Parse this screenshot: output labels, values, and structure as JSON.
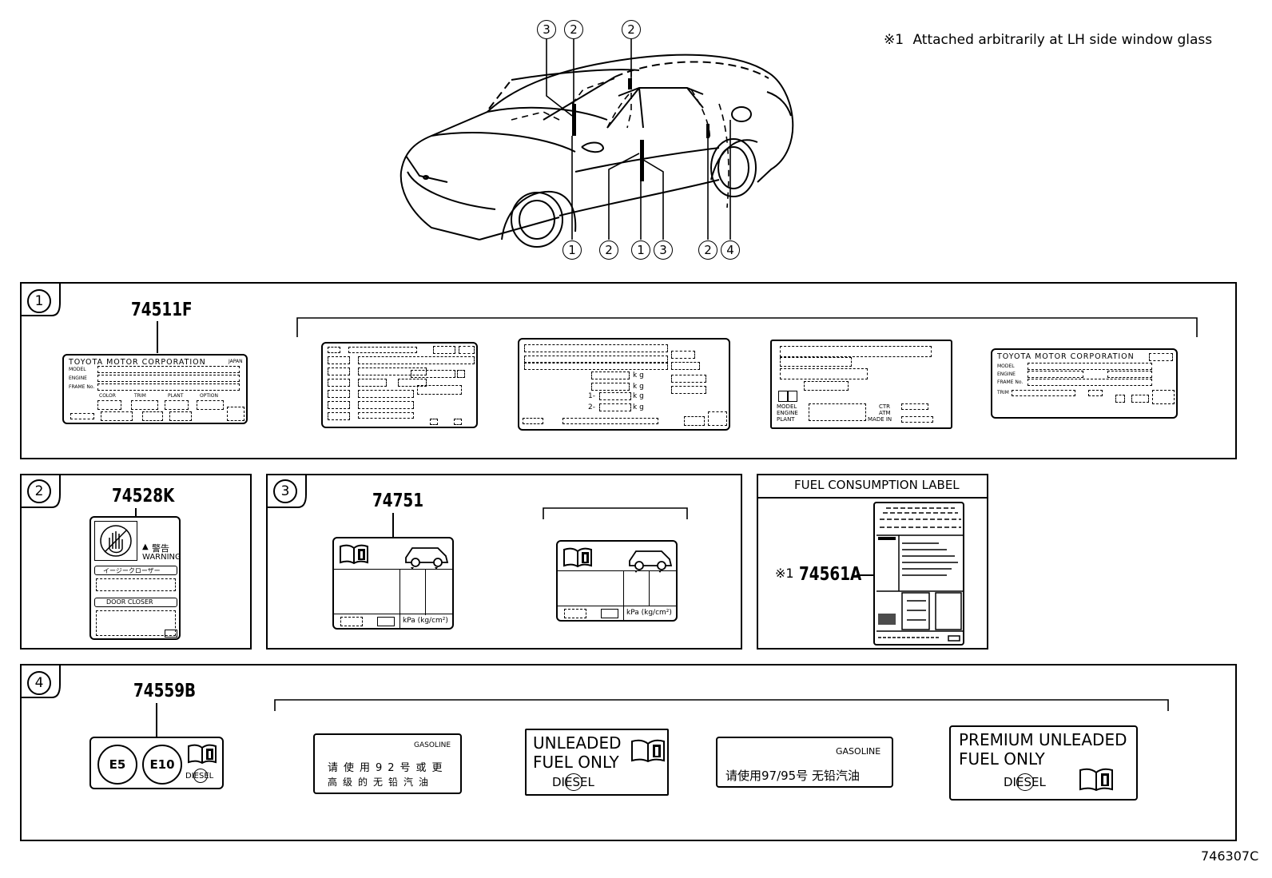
{
  "note": {
    "marker": "※1",
    "text": "Attached arbitrarily at LH side window glass"
  },
  "diagram_code": "746307C",
  "car_callouts_top": [
    "3",
    "2",
    "2"
  ],
  "car_callouts_bottom": [
    "1",
    "2",
    "1",
    "3",
    "2",
    "4"
  ],
  "panel1": {
    "badge": "1",
    "part_no": "74511F",
    "label_a": {
      "maker": "TOYOTA MOTOR CORPORATION",
      "country": "JAPAN",
      "rows": [
        "MODEL",
        "ENGINE",
        "FRAME No."
      ],
      "cols": [
        "COLOR",
        "TRIM",
        "PLANT",
        "OPTION"
      ]
    },
    "label_c_units": [
      "k g",
      "k g",
      "k g",
      "k g"
    ],
    "label_c_prefix": [
      "",
      "",
      "1-",
      "2-"
    ],
    "label_d_rows": [
      "MODEL",
      "ENGINE",
      "PLANT"
    ],
    "label_d_right": [
      "CTR",
      "ATM",
      "MADE IN"
    ],
    "label_e": {
      "maker": "TOYOTA MOTOR CORPORATION",
      "rows": [
        "MODEL",
        "ENGINE",
        "FRAME No.",
        "TRIM"
      ]
    }
  },
  "panel2": {
    "badge": "2",
    "part_no": "74528K",
    "warning_jp": "警告",
    "warning_en": "WARNING",
    "line1": "イージークローザー",
    "line2": "DOOR CLOSER"
  },
  "panel3": {
    "badge": "3",
    "part_no": "74751",
    "unit_text": "kPa (kg/cm²)"
  },
  "fuel_panel": {
    "header": "FUEL CONSUMPTION LABEL",
    "marker": "※1",
    "part_no": "74561A"
  },
  "panel4": {
    "badge": "4",
    "part_no": "74559B",
    "e5": "E5",
    "e10": "E10",
    "diesel": "DIESEL",
    "gas_label_1": {
      "title": "GASOLINE",
      "line1": "请使用92号或更",
      "line2": "高级的无铅汽油"
    },
    "unleaded": {
      "line1": "UNLEADED",
      "line2": "FUEL ONLY",
      "diesel": "DIESEL"
    },
    "gas_label_2": {
      "title": "GASOLINE",
      "line1": "请使用97/95号 无铅汽油"
    },
    "premium": {
      "line1": "PREMIUM  UNLEADED",
      "line2": "FUEL  ONLY",
      "diesel": "DIESEL"
    }
  }
}
